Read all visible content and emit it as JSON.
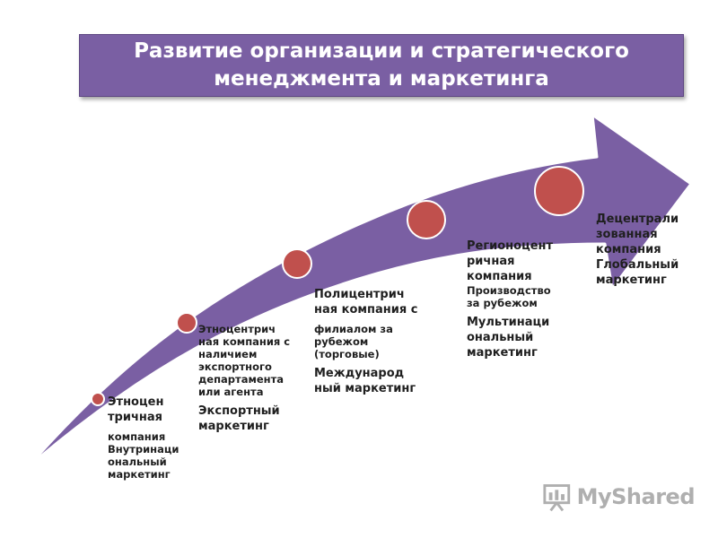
{
  "title": "Развитие организации и стратегического менеджмента и маркетинга",
  "stages": [
    {
      "lines": [
        {
          "text": "Этноцен",
          "size": "mid"
        },
        {
          "text": "тричная",
          "size": "mid"
        },
        {
          "text": "компания",
          "size": "small"
        },
        {
          "text": "Внутринаци ональный маркетинг",
          "size": "small"
        }
      ]
    },
    {
      "lines": [
        {
          "text": "Этноцентрич",
          "size": "small"
        },
        {
          "text": "ная компания с наличием экспортного департамента",
          "size": "small"
        },
        {
          "text": "или агента",
          "size": "small"
        },
        {
          "text": "Экспортный маркетинг",
          "size": "mid"
        }
      ]
    },
    {
      "lines": [
        {
          "text": "Полицентрич",
          "size": "mid"
        },
        {
          "text": "ная компания с",
          "size": "mid"
        },
        {
          "text": "филиалом за рубежом (торговые)",
          "size": "small"
        },
        {
          "text": "Международ ный маркетинг",
          "size": "mid"
        }
      ]
    },
    {
      "lines": [
        {
          "text": "Регионоцент ричная компания",
          "size": "mid"
        },
        {
          "text": "Производство за рубежом",
          "size": "small"
        },
        {
          "text": "Мультинаци ональный маркетинг",
          "size": "mid"
        }
      ]
    },
    {
      "lines": [
        {
          "text": "Децентрали",
          "size": "mid"
        },
        {
          "text": "зованная компания",
          "size": "mid"
        },
        {
          "text": "Глобальный маркетинг",
          "size": "mid"
        }
      ]
    }
  ],
  "logo": {
    "text": "MyShared",
    "icon": "presentation-board-icon"
  },
  "colors": {
    "arrow": "#7a5fa3",
    "circle": "#c0504d",
    "title_bg": "#7a5fa3",
    "title_text": "#ffffff"
  }
}
